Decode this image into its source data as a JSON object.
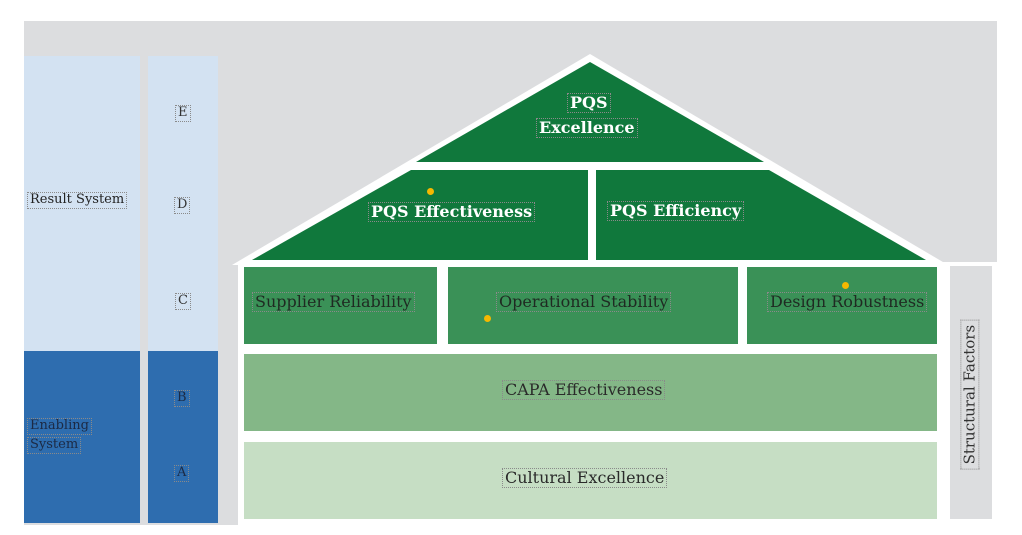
{
  "colors": {
    "background": "#dcdddf",
    "result_system": "#d3e2f2",
    "enabling_system": "#2e6daf",
    "roof": "#10783c",
    "pillars": "#3a9157",
    "capa": "#84b787",
    "cultural": "#c6dec4",
    "structural": "#dcdddf",
    "marker": "#f5b800"
  },
  "left_columns": {
    "systems": [
      {
        "label": "Result System"
      },
      {
        "label_line1": "Enabling",
        "label_line2": "System"
      }
    ],
    "levels": [
      "E",
      "D",
      "C",
      "B",
      "A"
    ]
  },
  "house": {
    "roof_top": {
      "line1": "PQS",
      "line2": "Excellence"
    },
    "roof_middle": [
      "PQS Effectiveness",
      "PQS Efficiency"
    ],
    "pillars": [
      "Supplier Reliability",
      "Operational Stability",
      "Design Robustness"
    ],
    "foundation": [
      "CAPA Effectiveness",
      "Cultural Excellence"
    ],
    "side_bar": "Structural Factors"
  }
}
